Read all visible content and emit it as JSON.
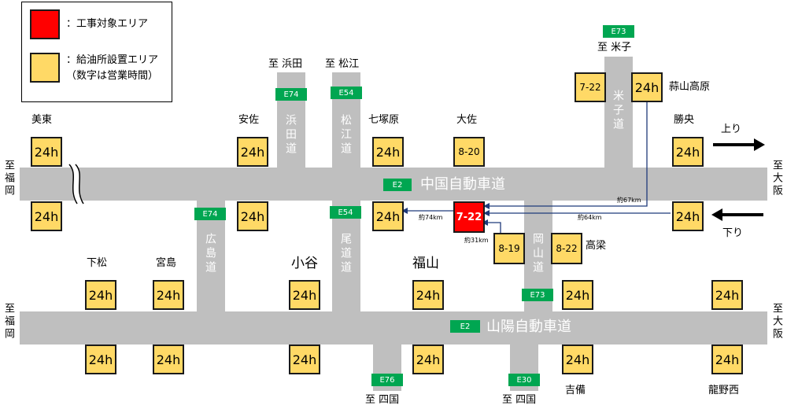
{
  "legend": {
    "construction_label": "：工事対象エリア",
    "fuel_label": "：給油所設置エリア",
    "fuel_note": "（数字は営業時間）"
  },
  "roads": {
    "chugoku": "中国自動車道",
    "sanyo": "山陽自動車道",
    "hamada": "浜田道",
    "matsue": "松江道",
    "yonago": "米子道",
    "hiroshima": "広島道",
    "onomichi": "尾道道",
    "okayama": "岡山道"
  },
  "shields": {
    "e2_chugoku": "E2",
    "e2_sanyo": "E2",
    "e74_hamada": "E74",
    "e54_matsue": "E54",
    "e73_yonago": "E73",
    "e74_hiroshima": "E74",
    "e54_onomichi": "E54",
    "e73_okayama": "E73",
    "e76": "E76",
    "e30": "E30"
  },
  "destinations": {
    "hamada": "至 浜田",
    "matsue": "至 松江",
    "yonago": "至 米子",
    "shikoku_1": "至 四国",
    "shikoku_2": "至 四国",
    "fukuoka_top": "至福岡",
    "fukuoka_bottom": "至福岡",
    "osaka_top": "至大阪",
    "osaka_bottom": "至大阪"
  },
  "places": {
    "mito": "美東",
    "asa": "安佐",
    "nanatsuka": "七塚原",
    "osa": "大佐",
    "katsuyama": "勝央",
    "hiruzen": "蒜山高原",
    "takahashi": "高梁",
    "shimomatsu": "下松",
    "miyajima": "宮島",
    "oya": "小谷",
    "fukuyama": "福山",
    "kibi": "吉備",
    "tatsuno": "龍野西"
  },
  "directions": {
    "up": "上り",
    "down": "下り"
  },
  "distances": {
    "d74": "約74km",
    "d31": "約31km",
    "d67": "約67km",
    "d64": "約64km"
  },
  "hours": {
    "mito_up": "24h",
    "mito_down": "24h",
    "asa_up": "24h",
    "asa_down": "24h",
    "nanatsuka_up": "24h",
    "nanatsuka_down": "24h",
    "osa_up": "8-20",
    "osa_down": "7-22",
    "katsuyama_up": "24h",
    "katsuyama_down": "24h",
    "yonago_a": "7-22",
    "yonago_b": "24h",
    "okayama_a": "8-19",
    "okayama_b": "8-22",
    "shimomatsu_up": "24h",
    "shimomatsu_down": "24h",
    "miyajima_up": "24h",
    "miyajima_down": "24h",
    "oya_up": "24h",
    "oya_down": "24h",
    "fukuyama_up": "24h",
    "fukuyama_down": "24h",
    "kibi_up": "24h",
    "kibi_down": "24h",
    "tatsuno_up": "24h",
    "tatsuno_down": "24h"
  },
  "colors": {
    "road": "#bfbfbf",
    "fuel_area": "#ffd966",
    "construction_area": "#ff0000",
    "shield": "#00a651",
    "route_line": "#1f3a7a"
  }
}
